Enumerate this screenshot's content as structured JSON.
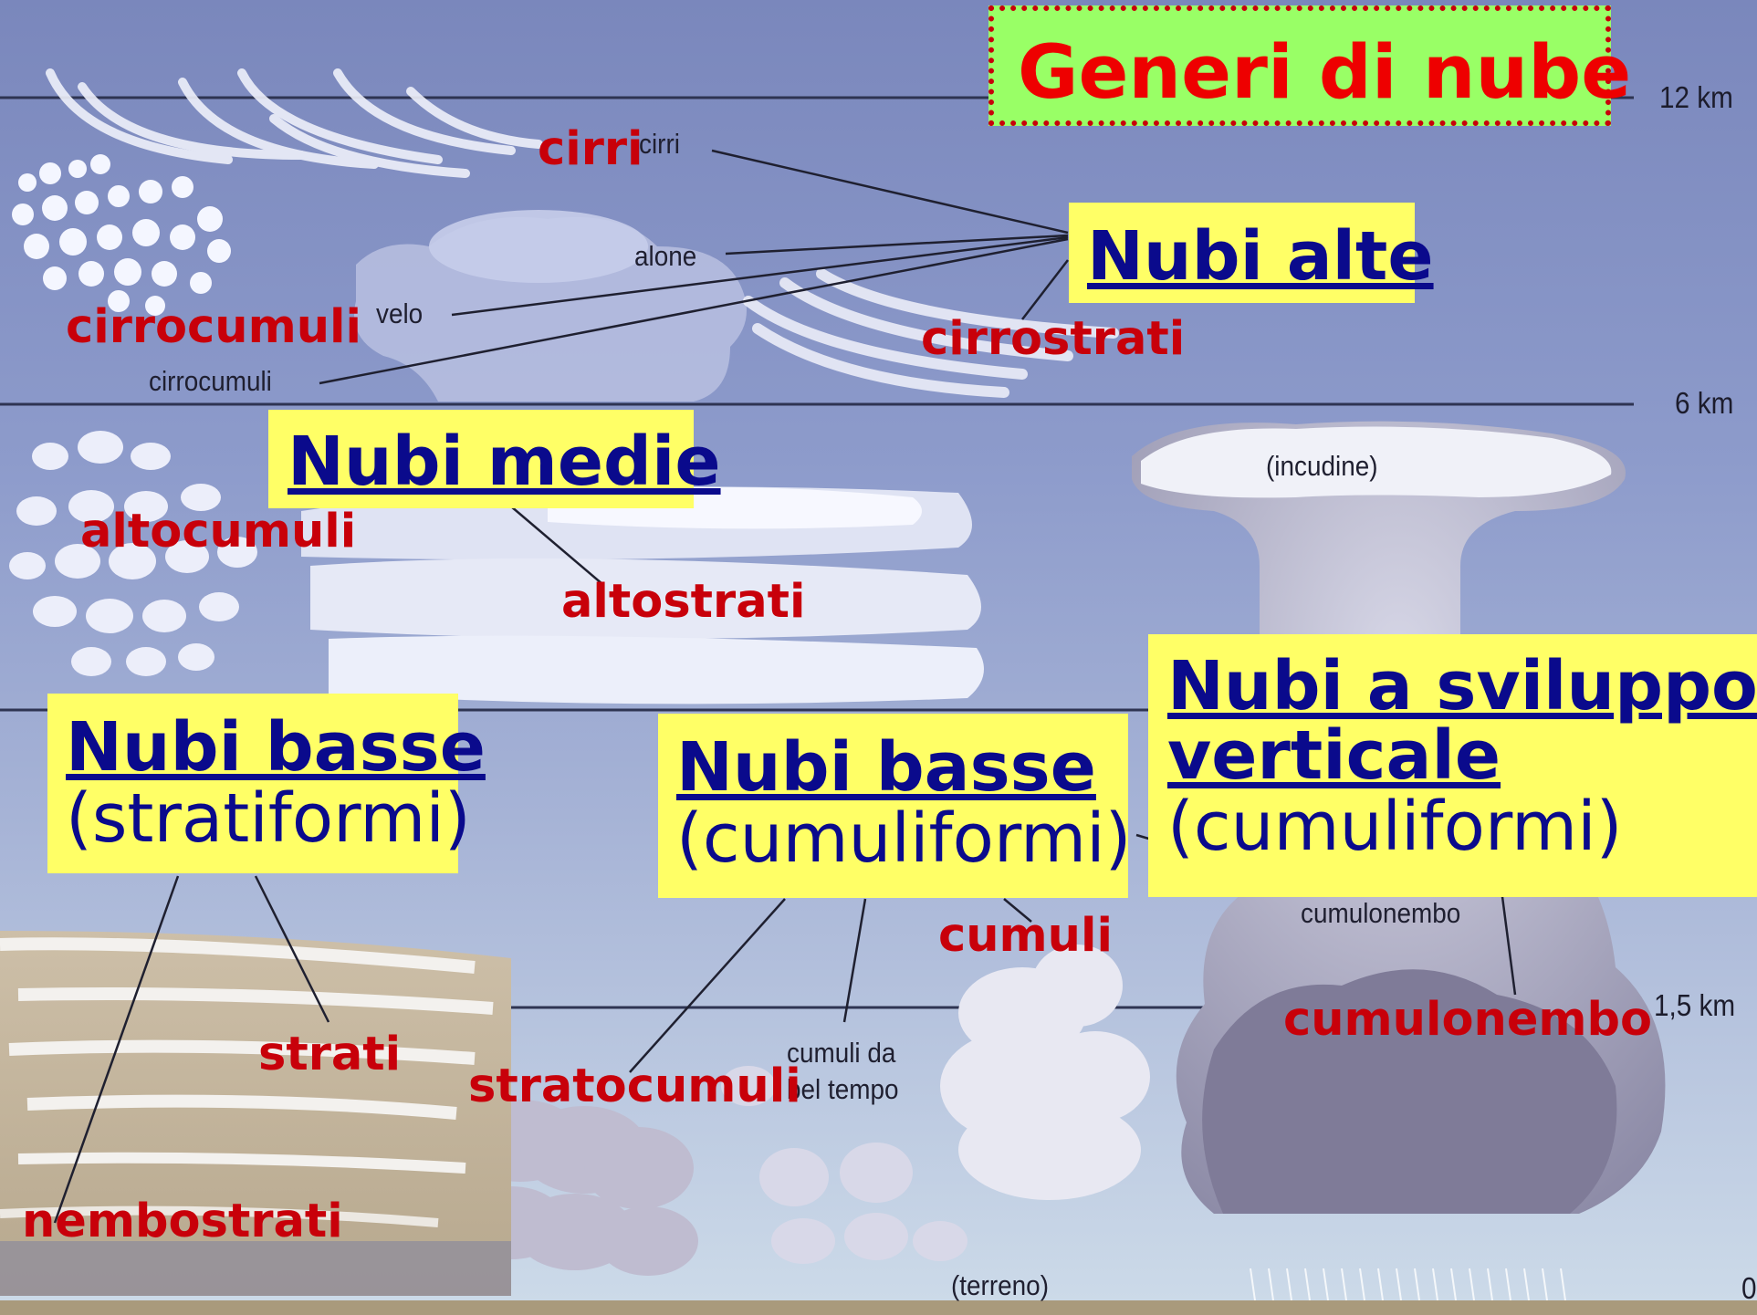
{
  "title": "Generi di nube",
  "altitude_labels": [
    "12 km",
    "6 km",
    "1,5 km",
    "0"
  ],
  "group_boxes": {
    "high": {
      "heading": "Nubi alte"
    },
    "middle": {
      "heading": "Nubi medie"
    },
    "low_strat": {
      "heading": "Nubi basse",
      "sub": "(stratiformi)"
    },
    "low_cumul": {
      "heading": "Nubi basse",
      "sub": "(cumuliformi)"
    },
    "vertical": {
      "heading_line1": "Nubi a sviluppo",
      "heading_line2": "verticale",
      "sub": "(cumuliformi)"
    }
  },
  "red_labels": {
    "cirri": "cirri",
    "cirrocumuli": "cirrocumuli",
    "cirrostrati": "cirrostrati",
    "altocumuli": "altocumuli",
    "altostrati": "altostrati",
    "cumuli": "cumuli",
    "cumulonembo": "cumulonembo",
    "strati": "strati",
    "stratocumuli": "stratocumuli",
    "nembostrati": "nembostrati"
  },
  "small_labels": {
    "cirri": "cirri",
    "alone": "alone",
    "velo": "velo",
    "cirrocumuli": "cirrocumuli",
    "incudine": "(incudine)",
    "cumulonembo": "cumulonembo",
    "cumuli_bel_1": "cumuli da",
    "cumuli_bel_2": "bel tempo",
    "terreno": "(terreno)"
  },
  "colors": {
    "sky_top": "#7b88bd",
    "sky_bottom": "#c9d8e8",
    "label_red": "#c8000a",
    "box_yellow": "#ffff66",
    "box_text": "#0a0a8c",
    "title_bg": "#99ff66",
    "title_text": "#ee0000"
  }
}
